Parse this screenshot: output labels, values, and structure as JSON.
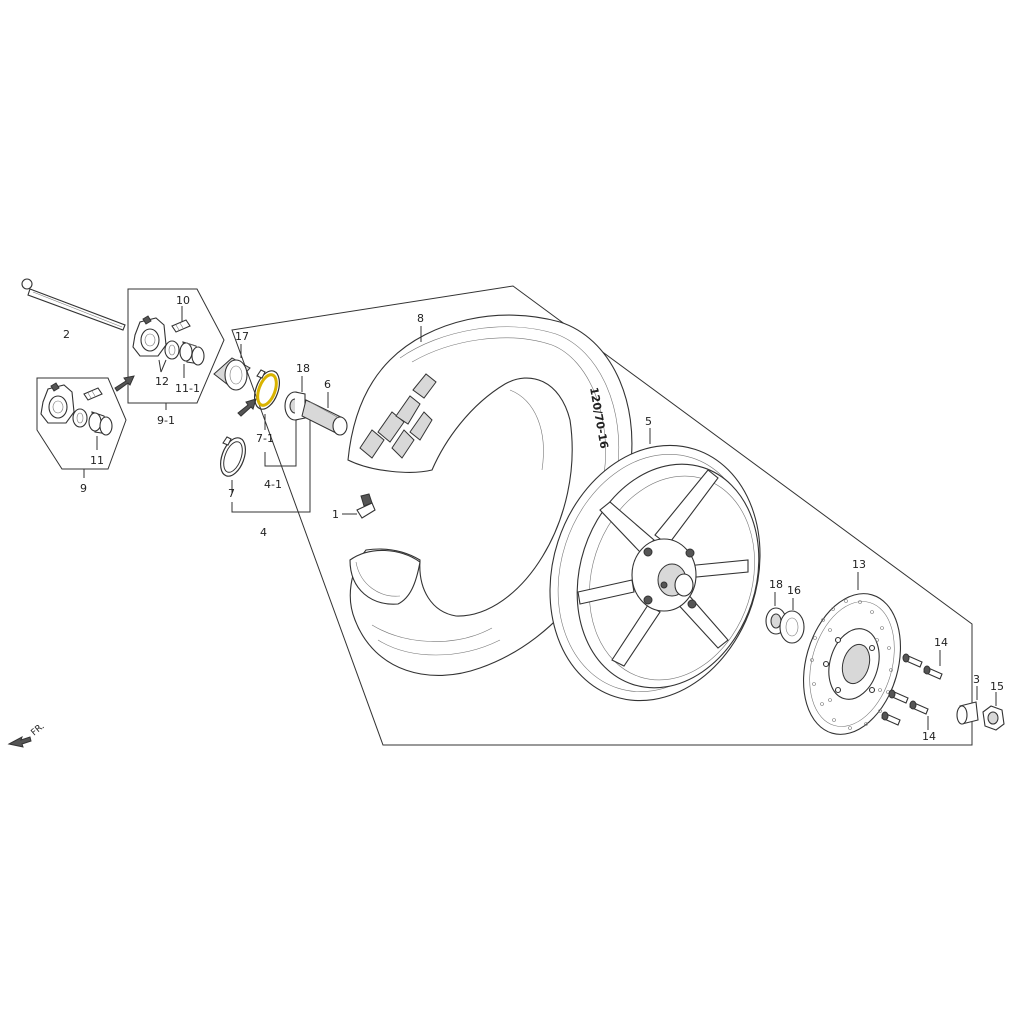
{
  "diagram": {
    "labels": {
      "p1": "1",
      "p2": "2",
      "p3": "3",
      "p4": "4",
      "p4_1": "4-1",
      "p5": "5",
      "p6": "6",
      "p7": "7",
      "p7_1": "7-1",
      "p8": "8",
      "p9": "9",
      "p9_1": "9-1",
      "p10": "10",
      "p11": "11",
      "p11_1": "11-1",
      "p12": "12",
      "p13": "13",
      "p14a": "14",
      "p14b": "14",
      "p15": "15",
      "p16": "16",
      "p17": "17",
      "p18a": "18",
      "p18b": "18"
    },
    "tire_size": "120/70-16",
    "front_marker": "FR.",
    "colors": {
      "line": "#333333",
      "highlight": "#d9b300"
    }
  }
}
